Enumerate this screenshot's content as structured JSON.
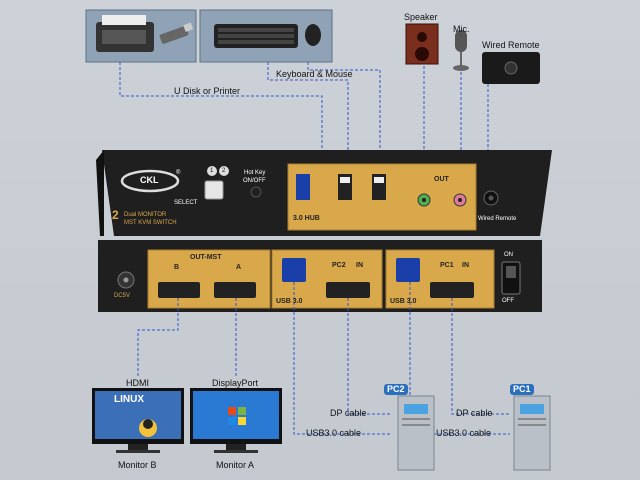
{
  "labels": {
    "u_disk_printer": "U Disk or Printer",
    "keyboard_mouse": "Keyboard & Mouse",
    "speaker": "Speaker",
    "mic": "Mic.",
    "wired_remote": "Wired Remote",
    "hdmi": "HDMI",
    "displayport": "DisplayPort",
    "monitor_b": "Monitor B",
    "monitor_a": "Monitor A",
    "pc2": "PC2",
    "pc1": "PC1",
    "dp_cable_left": "DP cable",
    "usb_cable_left": "USB3.0 cable",
    "dp_cable_right": "DP cable",
    "usb_cable_right": "USB3.0 cable",
    "monitor_b_screen": "LINUX"
  },
  "front_panel": {
    "brand": "CKL",
    "registered": "®",
    "btn1": "1",
    "btn2": "2",
    "select": "SELECT",
    "hotkey": "Hot Key",
    "onoff": "ON/OFF",
    "usb_hub": "3.0 HUB",
    "out": "OUT",
    "wired_remote": "Wired Remote",
    "dual_monitor": "Dual MONITOR",
    "mst_kvm": "MST KVM SWITCH",
    "model_num": "2"
  },
  "back_panel": {
    "dc5v": "DC5V",
    "out_mst": "OUT-MST",
    "port_b": "B",
    "port_a": "A",
    "usb30_left": "USB 3.0",
    "pc2_in": "PC2",
    "in_left": "IN",
    "usb30_right": "USB 3.0",
    "pc1_in": "PC1",
    "in_right": "IN",
    "on": "ON",
    "off": "OFF"
  },
  "colors": {
    "gold": "#d9a84a",
    "accent_blue": "#2c6fbd",
    "device_black": "#1e1e1e",
    "cable_blue": "#3355cc"
  }
}
